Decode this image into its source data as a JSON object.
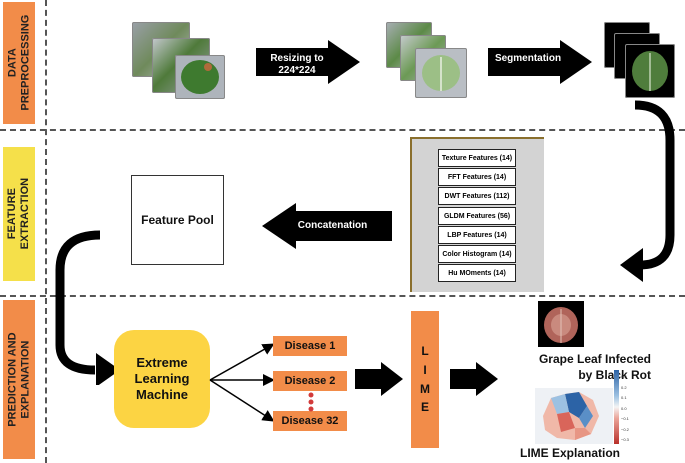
{
  "stages": {
    "preprocessing": {
      "line1": "DATA",
      "line2": "PREPROCESSING",
      "color": "#f28c49"
    },
    "extraction": {
      "line1": "FEATURE",
      "line2": "EXTRACTION",
      "color": "#f5e04a"
    },
    "prediction": {
      "line1": "PREDICTION AND",
      "line2": "EXPLANATION",
      "color": "#f28c49"
    }
  },
  "preprocessing": {
    "resize_label_line1": "Resizing to",
    "resize_label_line2": "224*224",
    "segmentation_label": "Segmentation"
  },
  "extraction": {
    "feature_pool": "Feature Pool",
    "concatenation": "Concatenation",
    "features": [
      "Texture Features (14)",
      "FFT Features (14)",
      "DWT Features (112)",
      "GLDM Features (56)",
      "LBP Features (14)",
      "Color Histogram (14)",
      "Hu MOments (14)"
    ]
  },
  "prediction": {
    "model_line1": "Extreme",
    "model_line2": "Learning",
    "model_line3": "Machine",
    "diseases": [
      "Disease 1",
      "Disease 2",
      "Disease 32"
    ],
    "lime_letters": [
      "L",
      "I",
      "M",
      "E"
    ],
    "result_line1": "Grape Leaf Infected",
    "result_line2": "by Black Rot",
    "lime_explanation": "LIME Explanation",
    "colorbar_ticks": [
      "0.3",
      "0.2",
      "0.1",
      "0.0",
      "−0.1",
      "−0.2",
      "−0.3"
    ]
  },
  "colors": {
    "orange": "#f28c49",
    "yellow": "#f5e04a",
    "model_yellow": "#fcd443",
    "arrow": "#000000"
  }
}
